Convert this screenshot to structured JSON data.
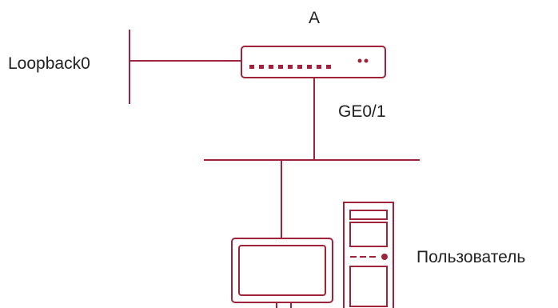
{
  "diagram": {
    "router_label": "A",
    "loopback_label": "Loopback0",
    "interface_label": "GE0/1",
    "user_label": "Пользователь"
  },
  "style": {
    "line_color": "#a0233b",
    "text_color": "#222222"
  },
  "icons": {
    "router": "router-icon",
    "monitor": "monitor-icon",
    "tower": "pc-tower-icon"
  }
}
